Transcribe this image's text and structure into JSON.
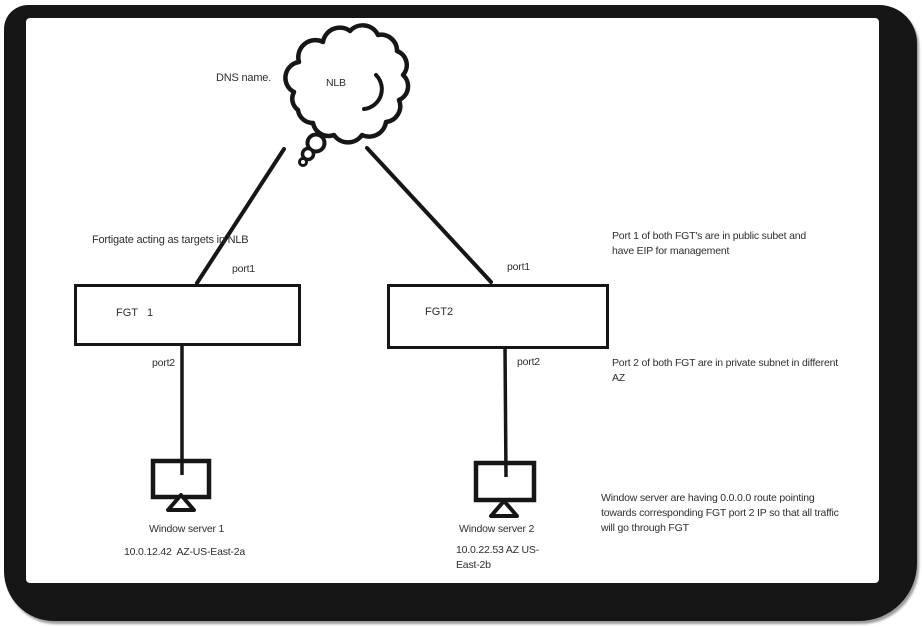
{
  "diagram": {
    "cloud_label": "NLB",
    "dns_label": "DNS name.",
    "fortigate_note": "Fortigate acting as targets in NLB",
    "fgt1": {
      "label": "FGT   1",
      "port1_label": "port1",
      "port2_label": "port2"
    },
    "fgt2": {
      "label": "FGT2",
      "port1_label": "port1",
      "port2_label": "port2"
    },
    "server1": {
      "name": "Window server 1",
      "ip": "10.0.12.42  AZ-US-East-2a"
    },
    "server2": {
      "name": "Window server 2",
      "ip": "10.0.22.53 AZ US-\nEast-2b"
    },
    "annotations": {
      "port1_note": "Port 1 of both FGT's are in public subet and\nhave EIP for management",
      "port2_note": "Port 2 of both FGT are in private subnet in different\nAZ",
      "route_note": "Window server are having 0.0.0.0 route pointing\ntowards corresponding FGT port 2 IP so that all traffic\nwill go through FGT"
    },
    "colors": {
      "ink": "#161616",
      "text": "#2e2e2e",
      "background": "#ffffff"
    }
  }
}
